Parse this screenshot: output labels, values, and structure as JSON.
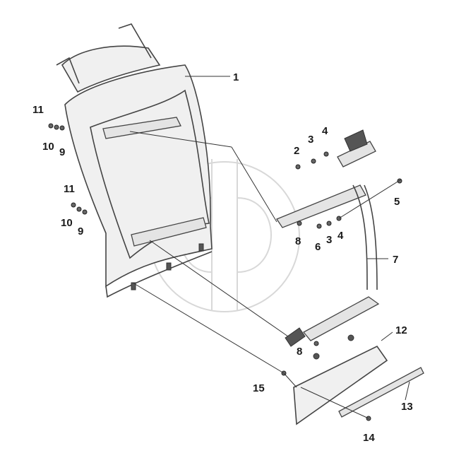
{
  "callouts": {
    "c1": "1",
    "c2": "2",
    "c3a": "3",
    "c3b": "3",
    "c4a": "4",
    "c4b": "4",
    "c5": "5",
    "c6": "6",
    "c7": "7",
    "c8a": "8",
    "c8b": "8",
    "c9a": "9",
    "c9b": "9",
    "c10a": "10",
    "c10b": "10",
    "c11a": "11",
    "c11b": "11",
    "c12": "12",
    "c13": "13",
    "c14": "14",
    "c15": "15"
  },
  "colors": {
    "line": "#444444",
    "panel_fill": "#f0f0f0",
    "watermark": "#d8d8d8"
  }
}
